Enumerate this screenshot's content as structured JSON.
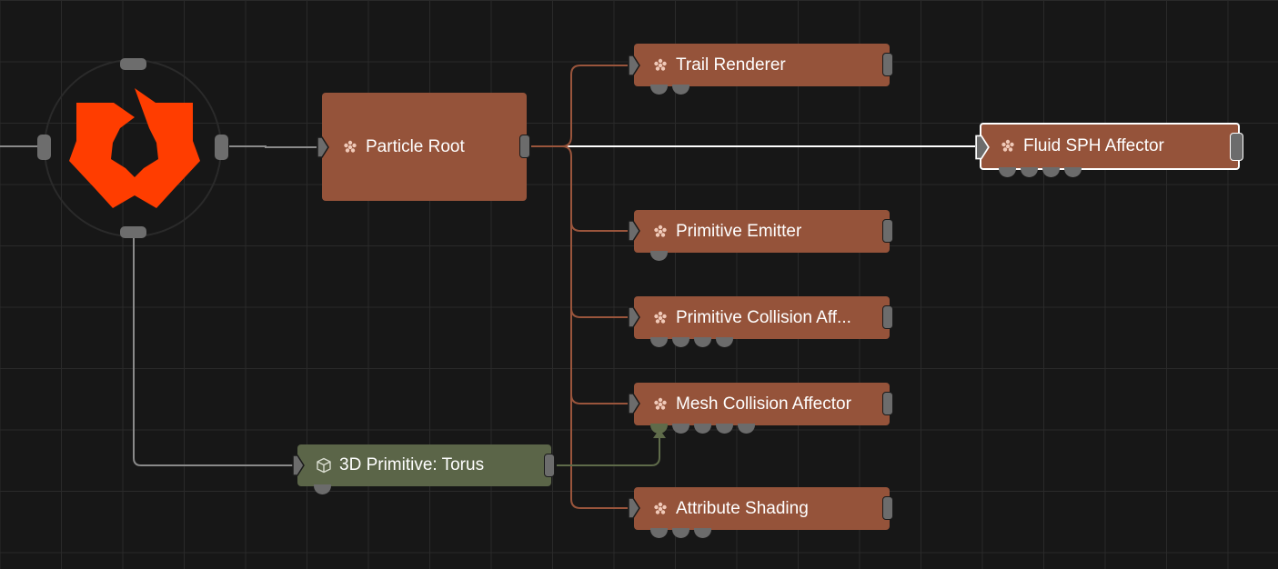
{
  "graph": {
    "root_node": {
      "label": "Particle Root"
    },
    "primitive_node": {
      "label": "3D Primitive: Torus"
    },
    "child_nodes": [
      {
        "label": "Trail Renderer"
      },
      {
        "label": "Primitive Emitter"
      },
      {
        "label": "Primitive Collision Aff..."
      },
      {
        "label": "Mesh Collision Affector"
      },
      {
        "label": "Attribute Shading"
      }
    ],
    "selected_node": {
      "label": "Fluid SPH Affector"
    }
  },
  "theme": {
    "particle_node_color": "#95533a",
    "primitive_node_color": "#5b6548",
    "logo_color": "#ff3d00",
    "wire_particle_color": "#9a553c",
    "wire_neutral_color": "#8a8a8a"
  },
  "icons": {
    "logo": "flower-star-logo",
    "particle": "particle-cluster-icon",
    "primitive": "cube-icon"
  }
}
